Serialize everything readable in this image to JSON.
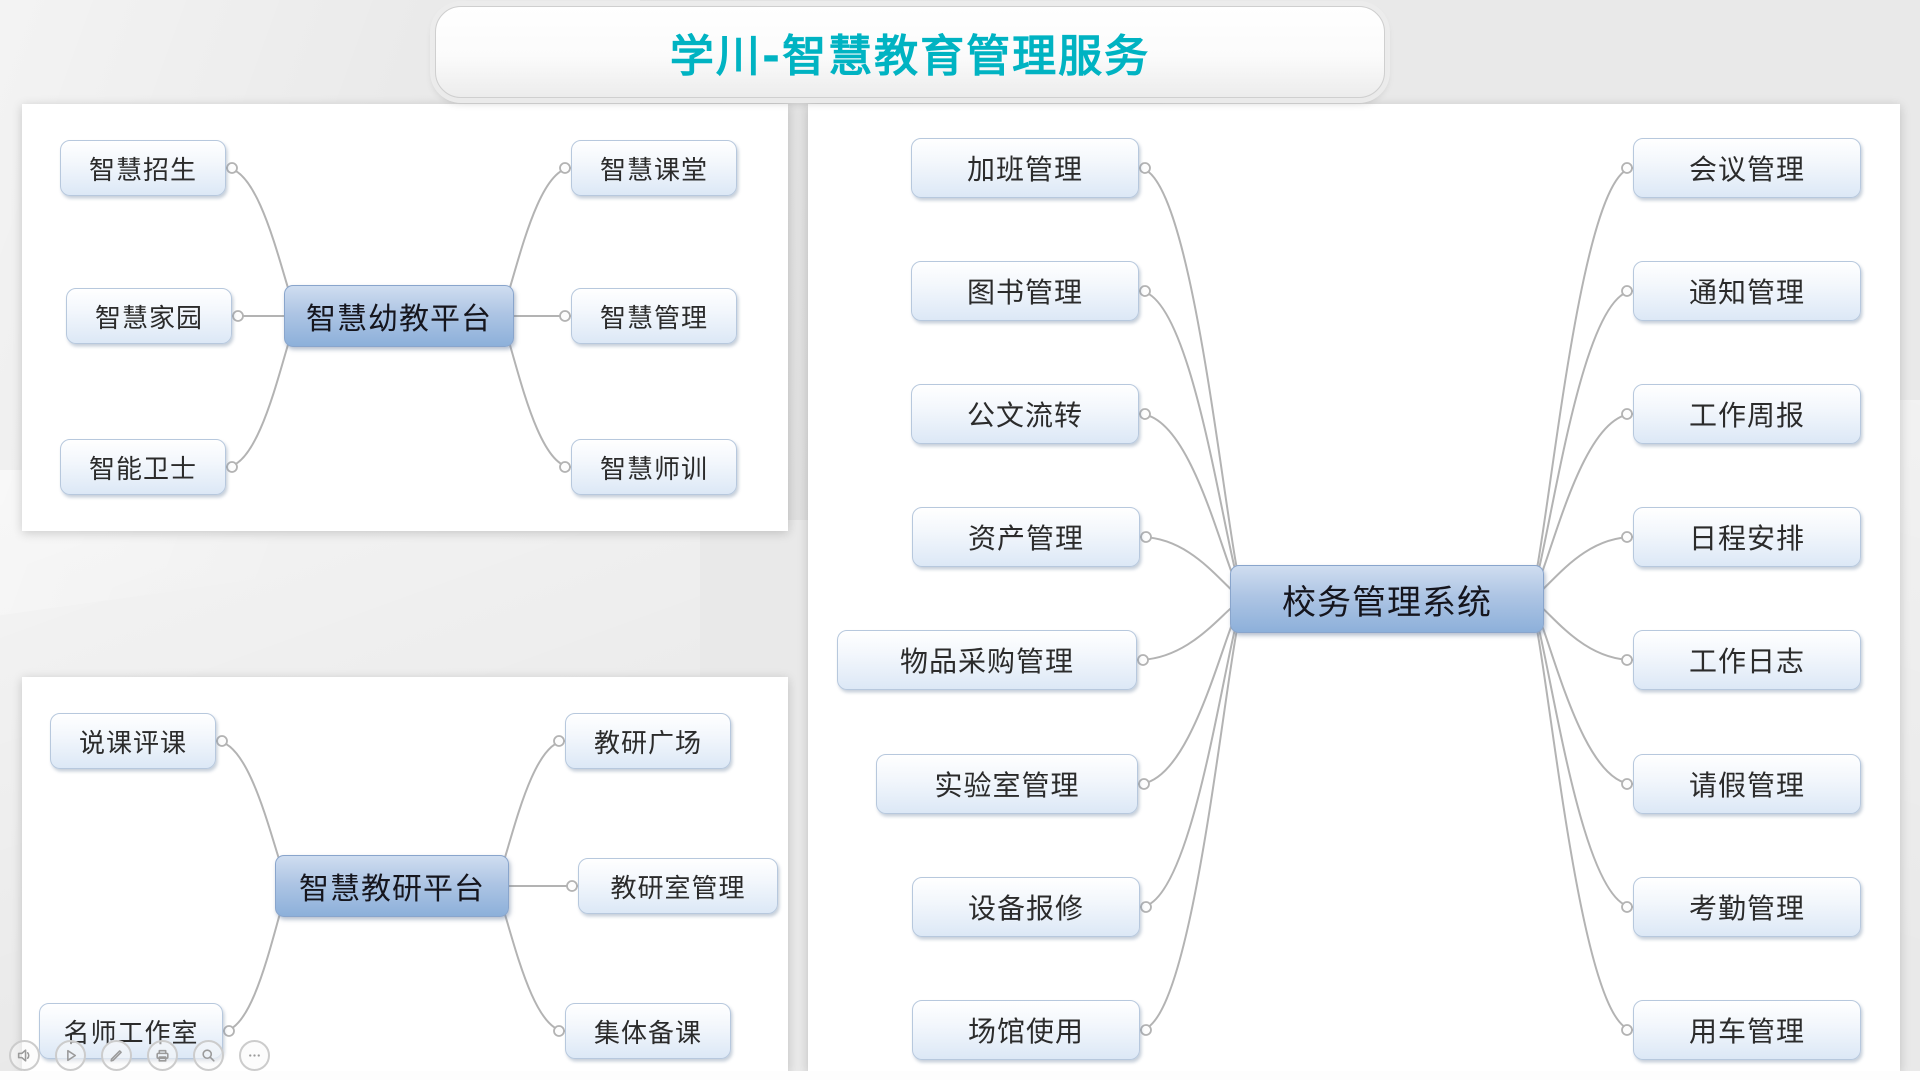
{
  "title": "学川-智慧教育管理服务",
  "maps": {
    "preschool": {
      "center": "智慧幼教平台",
      "left": [
        "智慧招生",
        "智慧家园",
        "智能卫士"
      ],
      "right": [
        "智慧课堂",
        "智慧管理",
        "智慧师训"
      ]
    },
    "research": {
      "center": "智慧教研平台",
      "left": [
        "说课评课",
        "名师工作室"
      ],
      "right": [
        "教研广场",
        "教研室管理",
        "集体备课"
      ]
    },
    "school": {
      "center": "校务管理系统",
      "left": [
        "加班管理",
        "图书管理",
        "公文流转",
        "资产管理",
        "物品采购管理",
        "实验室管理",
        "设备报修",
        "场馆使用"
      ],
      "right": [
        "会议管理",
        "通知管理",
        "工作周报",
        "日程安排",
        "工作日志",
        "请假管理",
        "考勤管理",
        "用车管理"
      ]
    }
  },
  "colors": {
    "title_accent": "#00b3c2",
    "connector": "#b3b3b3",
    "leaf_border": "#b7c8dd",
    "hub_fill_top": "#cfddf0",
    "hub_fill_bottom": "#8db0da"
  },
  "player": {
    "controls": [
      "volume",
      "play",
      "pencil",
      "printer",
      "magnifier",
      "more"
    ]
  }
}
